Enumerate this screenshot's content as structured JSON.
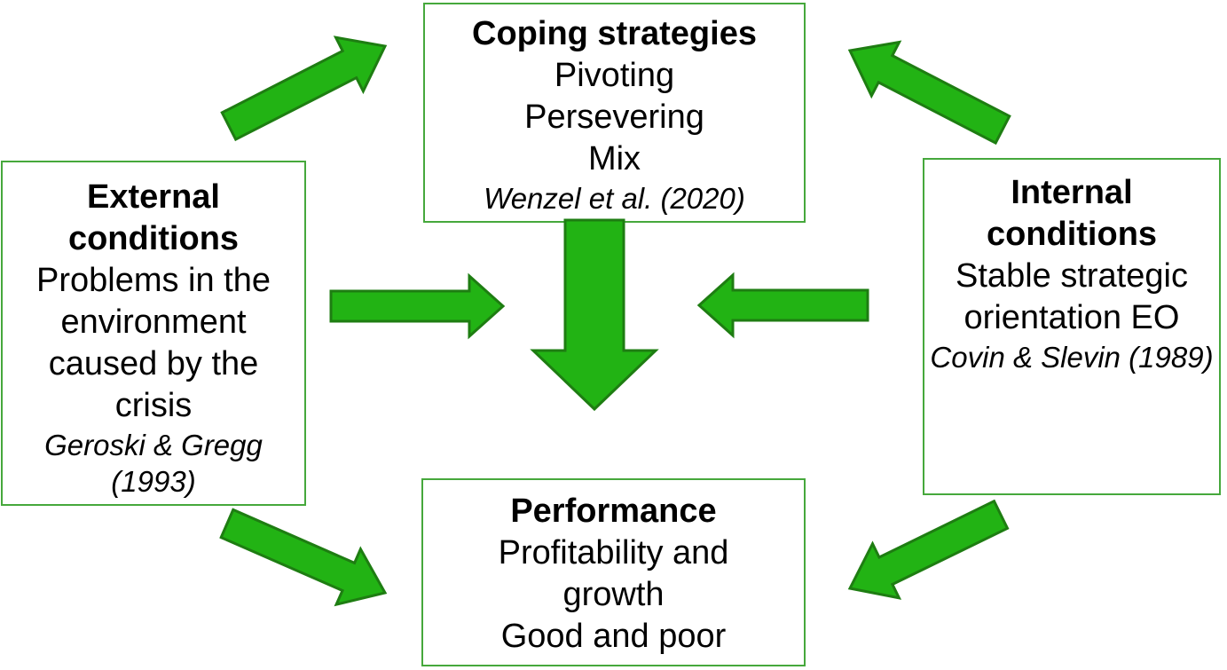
{
  "colors": {
    "arrow_fill": "#22b314",
    "arrow_stroke": "#1e7d12",
    "box_border": "#46a83c",
    "text": "#000000"
  },
  "diagram": {
    "coping": {
      "title": "Coping strategies",
      "body": "Pivoting\nPersevering\nMix",
      "citation": "Wenzel et al. (2020)"
    },
    "external": {
      "title": "External\nconditions",
      "body": "Problems in the\nenvironment\ncaused by the\ncrisis",
      "citation": "Geroski & Gregg\n(1993)"
    },
    "internal": {
      "title": "Internal\nconditions",
      "body": "Stable strategic\norientation EO",
      "citation": "Covin & Slevin (1989)"
    },
    "performance": {
      "title": "Performance",
      "body": "Profitability and\ngrowth\nGood and poor"
    }
  }
}
